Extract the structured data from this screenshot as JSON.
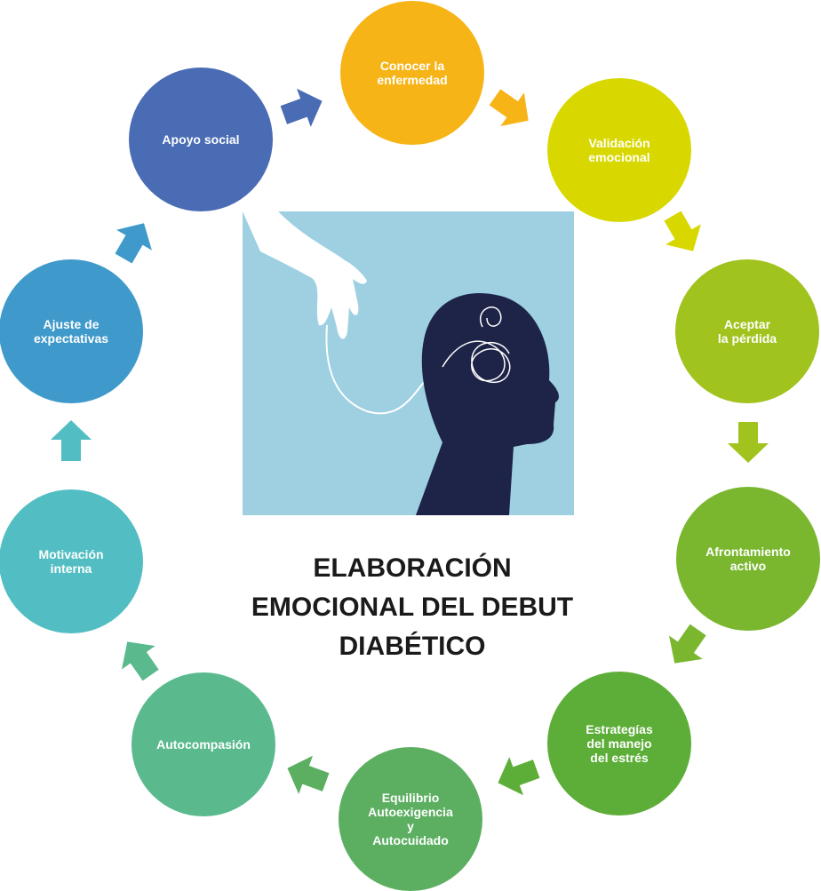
{
  "title": "ELABORACIÓN\nEMOCIONAL DEL DEBUT\nDIABÉTICO",
  "steps": [
    {
      "label": "Conocer la\nenfermedad",
      "color": "#F6B417"
    },
    {
      "label": "Validación\nemocional",
      "color": "#D8D800"
    },
    {
      "label": "Aceptar\nla pérdida",
      "color": "#A0C31E"
    },
    {
      "label": "Afrontamiento\nactivo",
      "color": "#7AB72F"
    },
    {
      "label": "Estrategías\ndel manejo\ndel estrés",
      "color": "#5DAE38"
    },
    {
      "label": "Equilibrio\nAutoexigencia\ny\nAutocuidado",
      "color": "#5CAF61"
    },
    {
      "label": "Autocompasión",
      "color": "#5ABA8E"
    },
    {
      "label": "Motivación\ninterna",
      "color": "#52BEC3"
    },
    {
      "label": "Ajuste de\nexpectativas",
      "color": "#3F9ACB"
    },
    {
      "label": "Apoyo social",
      "color": "#4A6CB4"
    }
  ],
  "illustration": {
    "background": "#9ED0E2",
    "head": "#1E2447"
  }
}
